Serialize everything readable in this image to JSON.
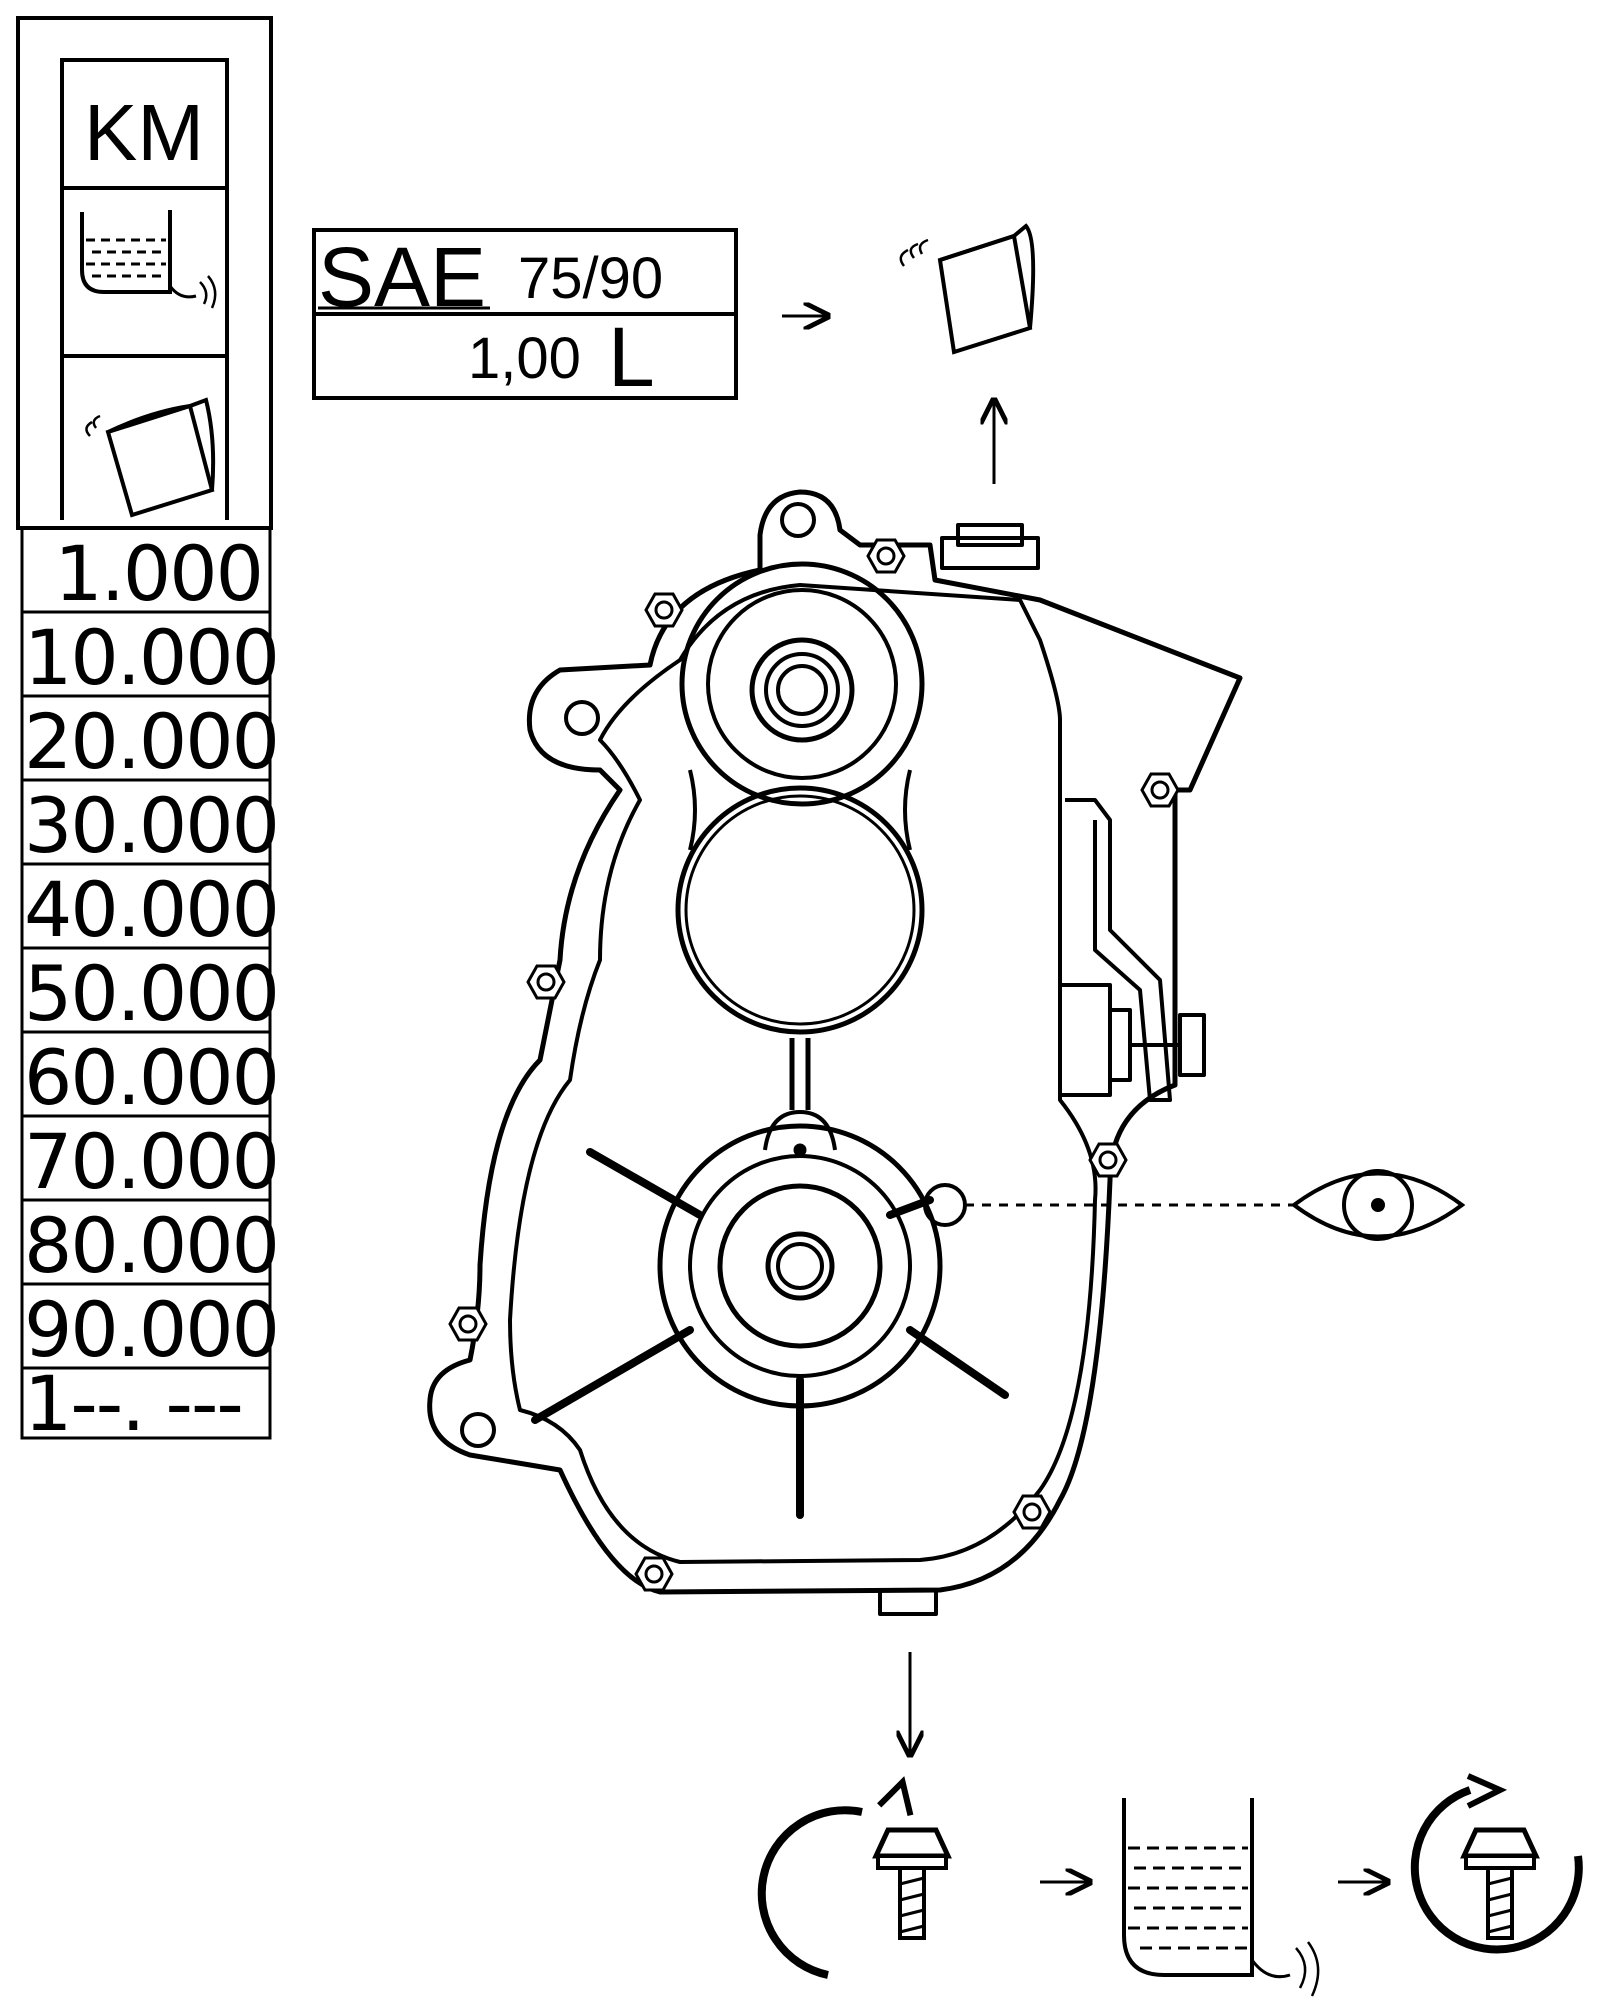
{
  "table": {
    "header": "KM",
    "intervals": [
      "1.000",
      "10.000",
      "20.000",
      "30.000",
      "40.000",
      "50.000",
      "60.000",
      "70.000",
      "80.000",
      "90.000",
      "1--. ---"
    ]
  },
  "spec": {
    "oil_grade_prefix": "SAE",
    "oil_grade_value": "75/90",
    "oil_capacity": "1,00",
    "oil_capacity_unit": "L"
  },
  "icons": {
    "drain_pan": "oil-drain-pan-icon",
    "oil_can": "oil-can-icon",
    "inspect_eye": "eye-icon",
    "unscrew": "unscrew-bolt-icon",
    "tighten": "tighten-bolt-icon"
  },
  "colors": {
    "line": "#000000",
    "background": "#ffffff"
  }
}
